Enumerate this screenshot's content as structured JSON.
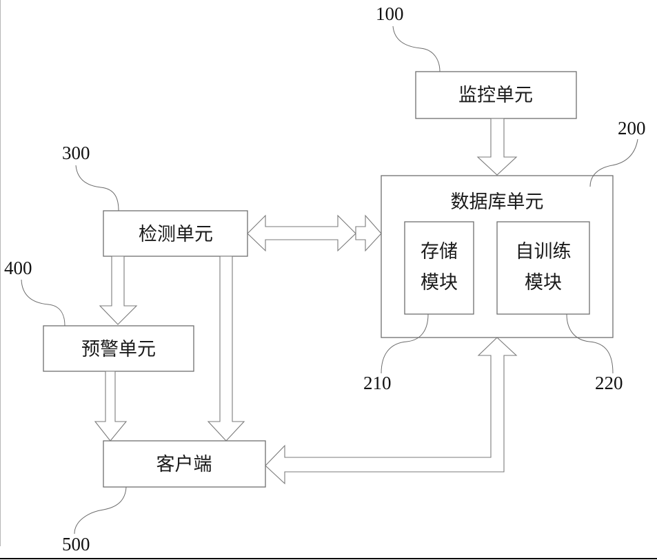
{
  "figure": {
    "units": [
      {
        "id": "monitor",
        "ref": "100",
        "label": "监控单元"
      },
      {
        "id": "database",
        "ref": "200",
        "label": "数据库单元",
        "modules": [
          {
            "id": "storage",
            "ref": "210",
            "label_lines": [
              "存储",
              "模块"
            ]
          },
          {
            "id": "self-training",
            "ref": "220",
            "label_lines": [
              "自训练",
              "模块"
            ]
          }
        ]
      },
      {
        "id": "detection",
        "ref": "300",
        "label": "检测单元"
      },
      {
        "id": "warning",
        "ref": "400",
        "label": "预警单元"
      },
      {
        "id": "client",
        "ref": "500",
        "label": "客户端"
      }
    ],
    "connections": [
      {
        "from": "monitor",
        "to": "database",
        "direction": "one-way"
      },
      {
        "from": "detection",
        "to": "database",
        "direction": "two-way"
      },
      {
        "from": "detection",
        "to": "warning",
        "direction": "one-way"
      },
      {
        "from": "warning",
        "to": "client",
        "direction": "one-way"
      },
      {
        "from": "detection",
        "to": "client",
        "direction": "one-way"
      },
      {
        "from": "database",
        "to": "client",
        "direction": "two-way"
      }
    ]
  }
}
